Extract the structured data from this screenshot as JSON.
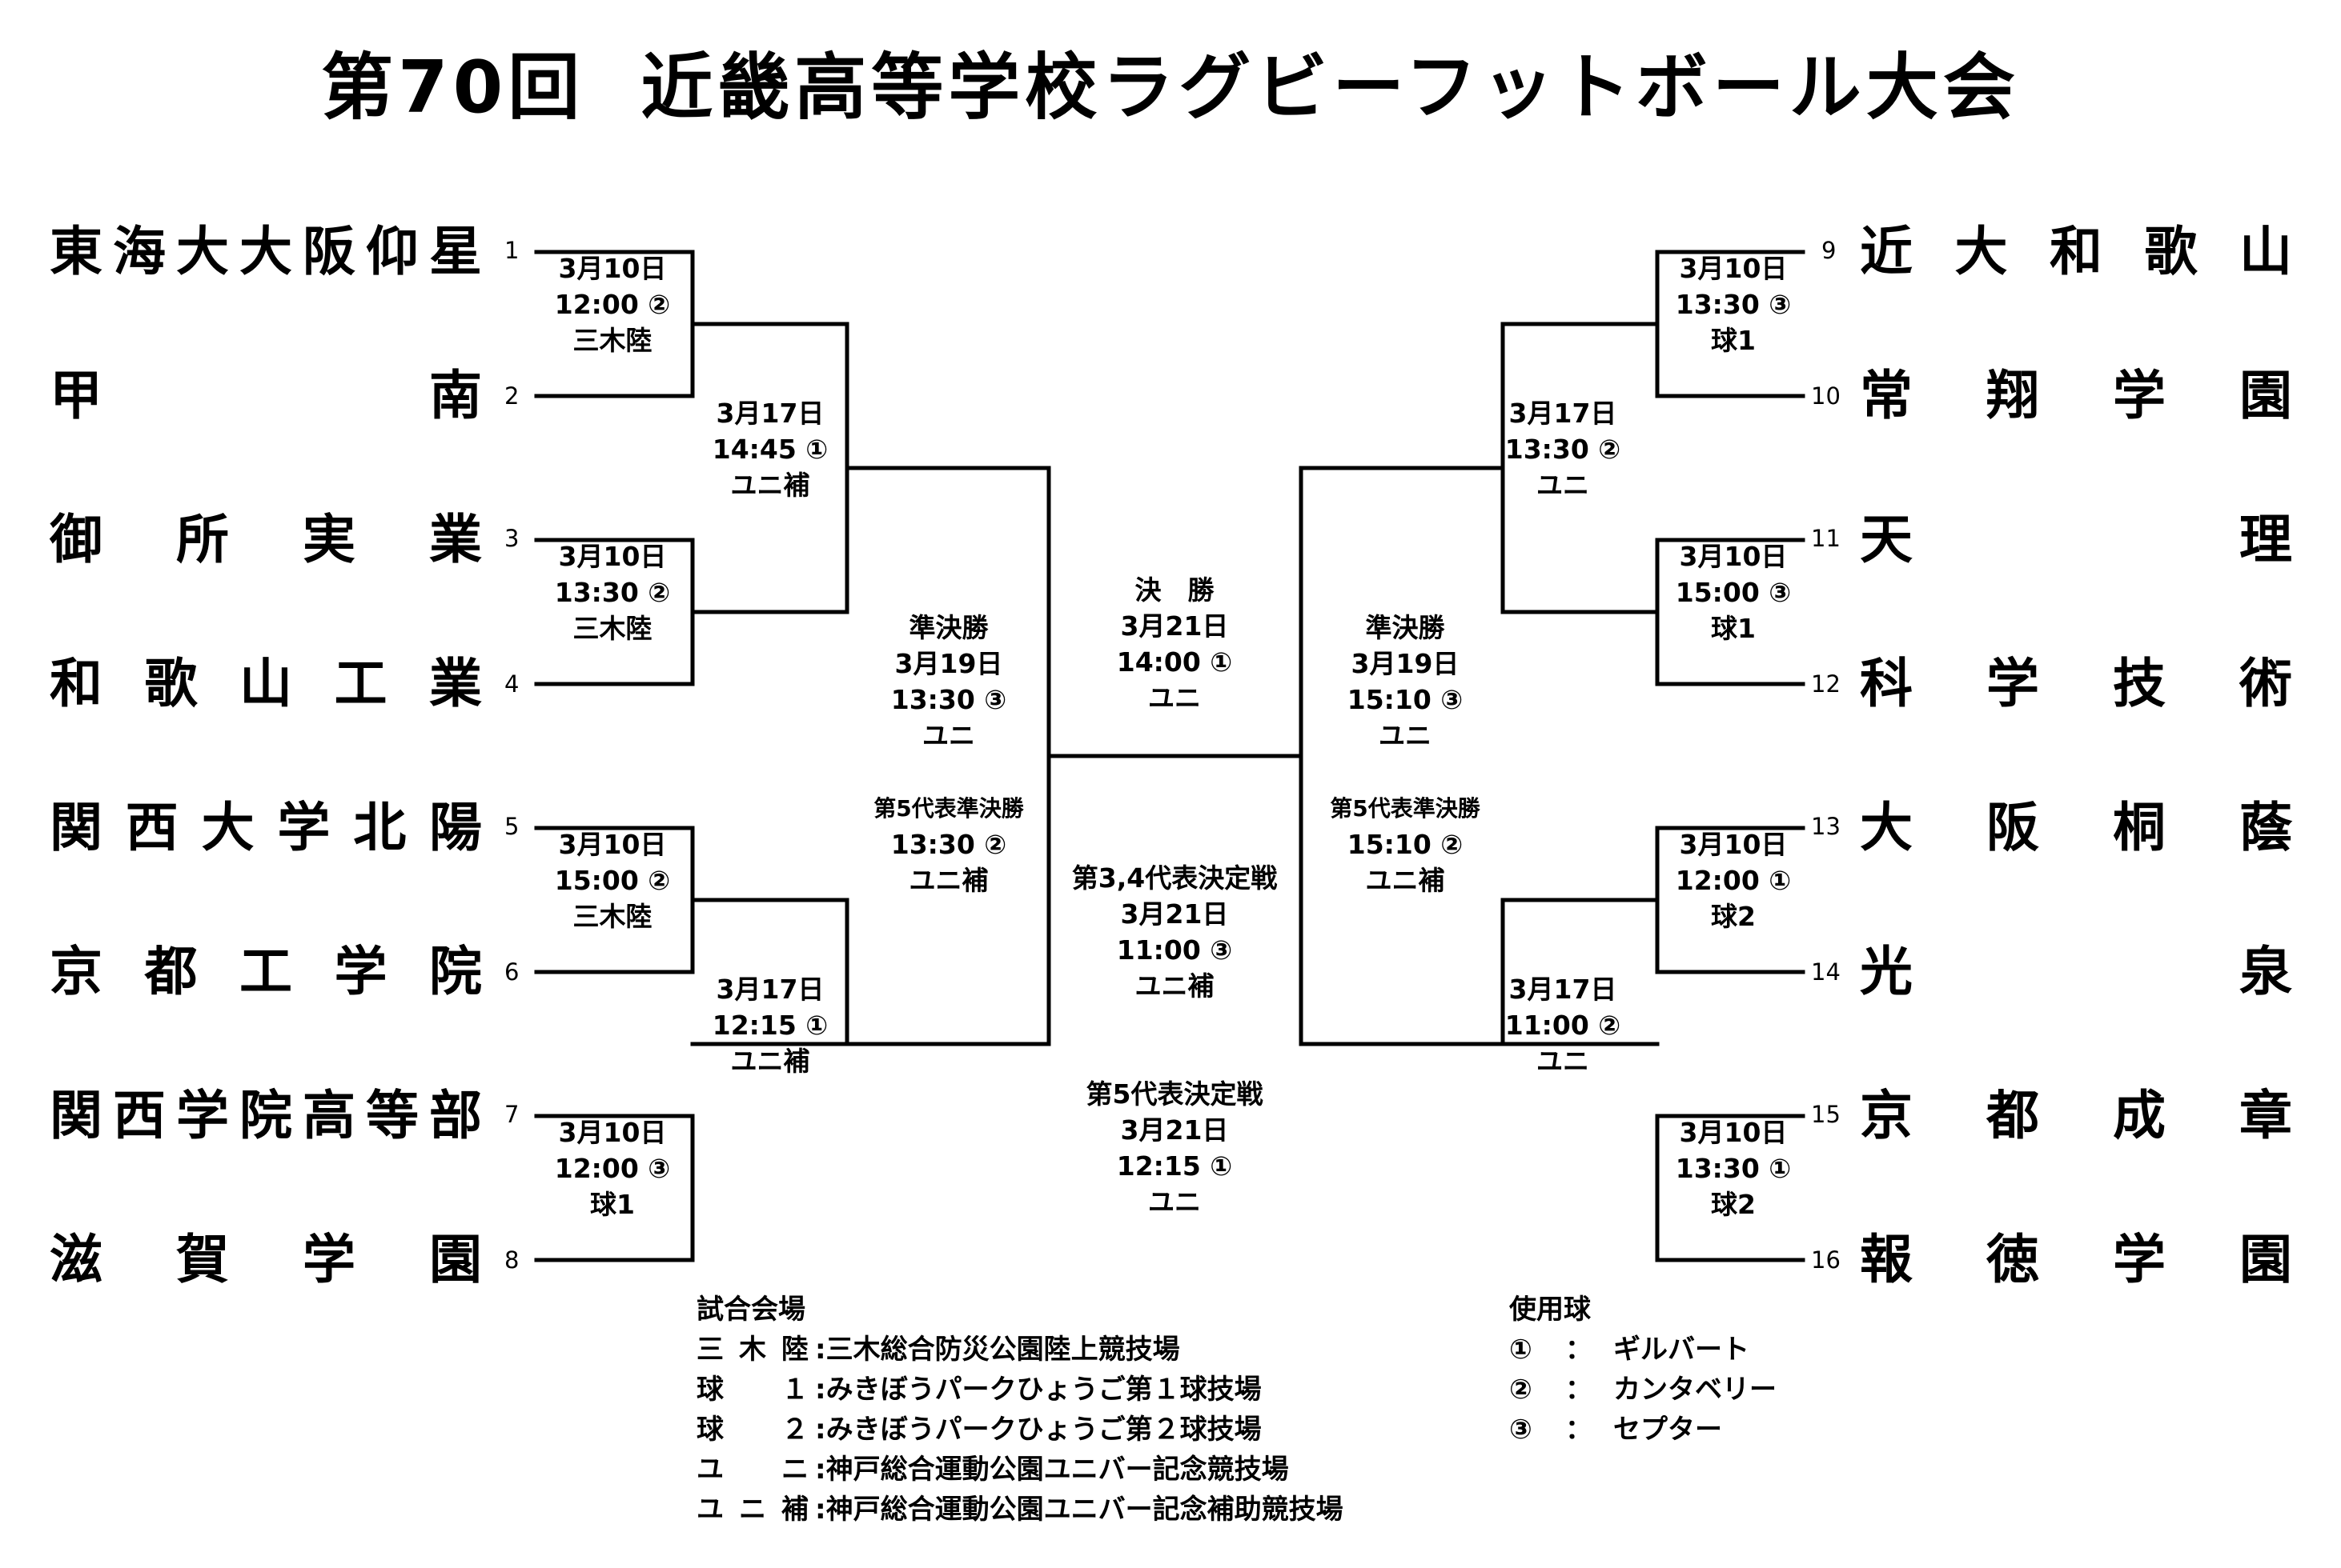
{
  "title": {
    "part1": "第70回",
    "part2": "近畿高等学校ラグビーフットボール大会"
  },
  "teams_left": [
    {
      "seed": "1",
      "name": "東海大大阪仰星"
    },
    {
      "seed": "2",
      "name": "甲南"
    },
    {
      "seed": "3",
      "name": "御所実業"
    },
    {
      "seed": "4",
      "name": "和歌山工業"
    },
    {
      "seed": "5",
      "name": "関西大学北陽"
    },
    {
      "seed": "6",
      "name": "京都工学院"
    },
    {
      "seed": "7",
      "name": "関西学院高等部"
    },
    {
      "seed": "8",
      "name": "滋賀学園"
    }
  ],
  "teams_right": [
    {
      "seed": "9",
      "name": "近大和歌山"
    },
    {
      "seed": "10",
      "name": "常翔学園"
    },
    {
      "seed": "11",
      "name": "天理"
    },
    {
      "seed": "12",
      "name": "科学技術"
    },
    {
      "seed": "13",
      "name": "大阪桐蔭"
    },
    {
      "seed": "14",
      "name": "光泉"
    },
    {
      "seed": "15",
      "name": "京都成章"
    },
    {
      "seed": "16",
      "name": "報徳学園"
    }
  ],
  "matches": {
    "r1_l1": {
      "l1": "3月10日",
      "l2": "12:00 ②",
      "l3": "三木陸"
    },
    "r1_l2": {
      "l1": "3月10日",
      "l2": "13:30 ②",
      "l3": "三木陸"
    },
    "r1_l3": {
      "l1": "3月10日",
      "l2": "15:00 ②",
      "l3": "三木陸"
    },
    "r1_l4": {
      "l1": "3月10日",
      "l2": "12:00 ③",
      "l3": "球1"
    },
    "r1_r1": {
      "l1": "3月10日",
      "l2": "13:30 ③",
      "l3": "球1"
    },
    "r1_r2": {
      "l1": "3月10日",
      "l2": "15:00 ③",
      "l3": "球1"
    },
    "r1_r3": {
      "l1": "3月10日",
      "l2": "12:00 ①",
      "l3": "球2"
    },
    "r1_r4": {
      "l1": "3月10日",
      "l2": "13:30 ①",
      "l3": "球2"
    },
    "qf_l1": {
      "l1": "3月17日",
      "l2": "14:45 ①",
      "l3": "ユニ補"
    },
    "qf_l2": {
      "l1": "3月17日",
      "l2": "12:15 ①",
      "l3": "ユニ補"
    },
    "qf_r1": {
      "l1": "3月17日",
      "l2": "13:30 ②",
      "l3": "ユニ"
    },
    "qf_r2": {
      "l1": "3月17日",
      "l2": "11:00 ②",
      "l3": "ユニ"
    },
    "sf_l": {
      "l1": "準決勝",
      "l2": "3月19日",
      "l3": "13:30 ③",
      "l4": "ユニ"
    },
    "sf_r": {
      "l1": "準決勝",
      "l2": "3月19日",
      "l3": "15:10 ③",
      "l4": "ユニ"
    },
    "sf5_l": {
      "l1": "第5代表準決勝",
      "l2": "13:30 ②",
      "l3": "ユニ補"
    },
    "sf5_r": {
      "l1": "第5代表準決勝",
      "l2": "15:10 ②",
      "l3": "ユニ補"
    },
    "final": {
      "l1": "決　勝",
      "l2": "3月21日",
      "l3": "14:00 ①",
      "l4": "ユニ"
    },
    "third": {
      "l1": "第3,4代表決定戦",
      "l2": "3月21日",
      "l3": "11:00 ③",
      "l4": "ユニ補"
    },
    "fifth": {
      "l1": "第5代表決定戦",
      "l2": "3月21日",
      "l3": "12:15 ①",
      "l4": "ユニ"
    }
  },
  "venues": {
    "heading": "試合会場",
    "items": [
      {
        "key": "三木陸",
        "value": "三木総合防災公園陸上競技場"
      },
      {
        "key": "球　１",
        "value": "みきぼうパークひょうご第１球技場"
      },
      {
        "key": "球　２",
        "value": "みきぼうパークひょうご第２球技場"
      },
      {
        "key": "ユ　ニ",
        "value": "神戸総合運動公園ユニバー記念競技場"
      },
      {
        "key": "ユニ補",
        "value": "神戸総合運動公園ユニバー記念補助競技場"
      }
    ]
  },
  "balls": {
    "heading": "使用球",
    "items": [
      {
        "key": "①",
        "colon": "：",
        "value": "ギルバート"
      },
      {
        "key": "②",
        "colon": "：",
        "value": "カンタベリー"
      },
      {
        "key": "③",
        "colon": "：",
        "value": "セプター"
      }
    ]
  }
}
